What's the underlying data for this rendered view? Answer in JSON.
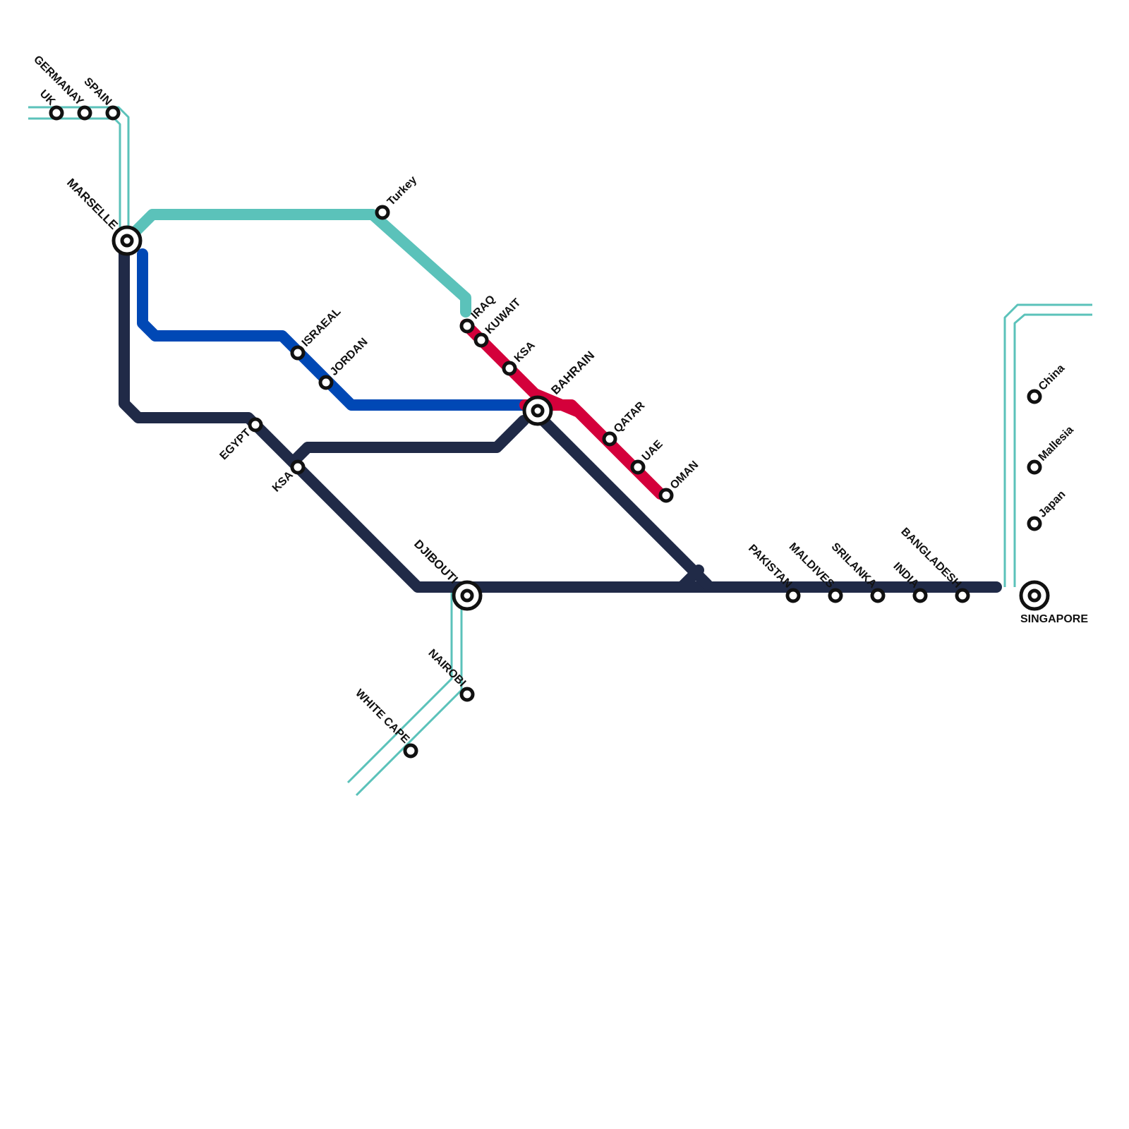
{
  "colors": {
    "background": "#ffffff",
    "teal": "#5bc2ba",
    "navy": "#202a47",
    "blue": "#0048b5",
    "red": "#d4003b",
    "station_outline": "#111111",
    "station_fill": "#ffffff"
  },
  "lines": [
    {
      "id": "teal-main",
      "color": "#5bc2ba",
      "style": "solid"
    },
    {
      "id": "teal-secondary",
      "color": "#5bc2ba",
      "style": "double"
    },
    {
      "id": "navy",
      "color": "#202a47",
      "style": "solid"
    },
    {
      "id": "blue",
      "color": "#0048b5",
      "style": "solid"
    },
    {
      "id": "red",
      "color": "#d4003b",
      "style": "solid"
    }
  ],
  "stations": {
    "uk": "UK",
    "germany": "GERMANAY",
    "spain": "SPAIN",
    "marselle": "MARSELLE",
    "turkey": "Turkey",
    "israel": "ISRAEAL",
    "jordan": "JORDAN",
    "iraq": "IRAQ",
    "kuwait": "KUWAIT",
    "ksa_north": "KSA",
    "bahrain": "BAHRAIN",
    "qatar": "QATAR",
    "uae": "UAE",
    "oman": "OMAN",
    "egypt": "EGYPT",
    "ksa_south": "KSA",
    "djibouti": "DJIBOUTI",
    "nairobi": "NAIROBI",
    "white_cape": "WHITE CAPE",
    "pakistan": "PAKISTAN",
    "maldives": "MALDIVES",
    "srilanka": "SRILANKA",
    "india": "INDIA",
    "bangladesh": "BANGLADESH",
    "singapore": "SINGAPORE",
    "china": "China",
    "malaysia": "Mallesia",
    "japan": "Japan"
  }
}
